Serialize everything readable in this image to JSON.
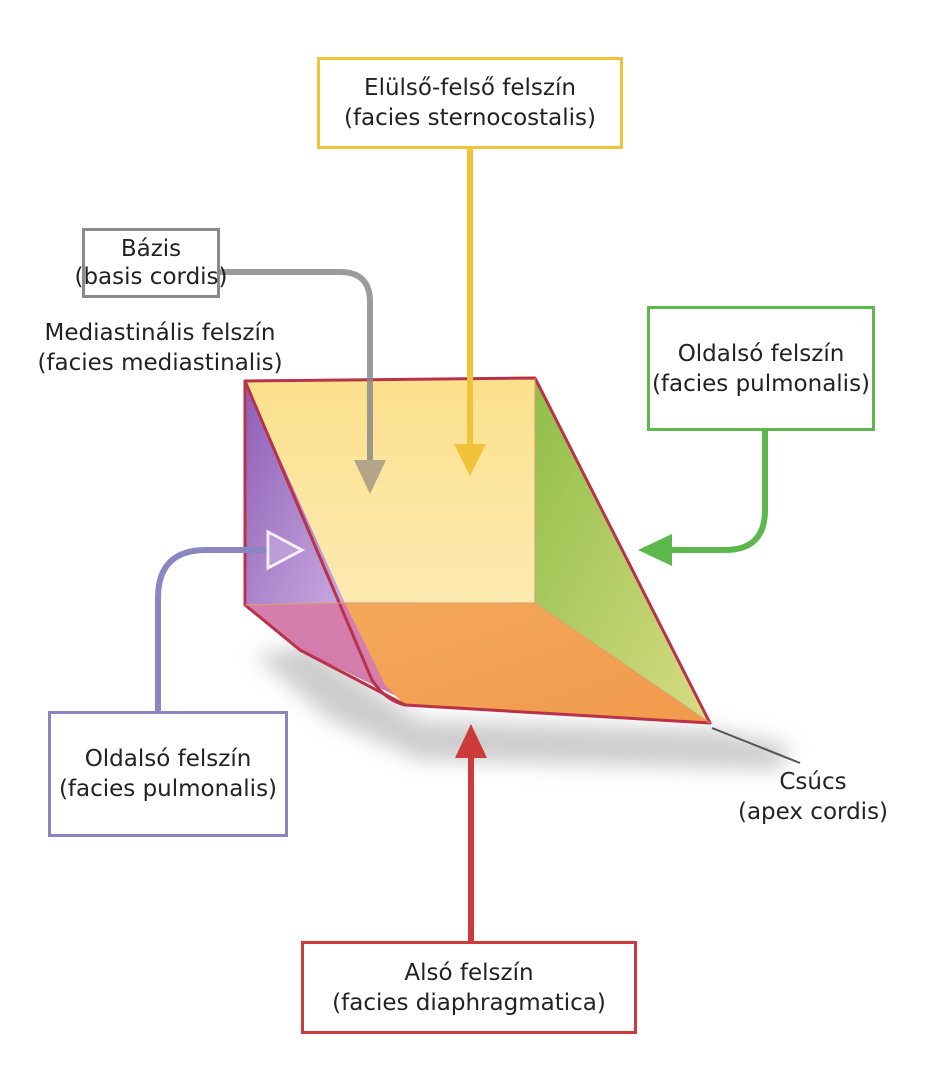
{
  "labels": {
    "anterior": {
      "title": "Elülső-felső felszín",
      "latin": "(facies sternocostalis)"
    },
    "base": {
      "title": "Bázis",
      "latin": "(basis cordis)"
    },
    "mediastinal": {
      "title": "Mediastinális felszín",
      "latin": "(facies mediastinalis)"
    },
    "lateral_right": {
      "title": "Oldalsó felszín",
      "latin": "(facies pulmonalis)"
    },
    "lateral_left": {
      "title": "Oldalsó felszín",
      "latin": "(facies pulmonalis)"
    },
    "apex": {
      "title": "Csúcs",
      "latin": "(apex cordis)"
    },
    "inferior": {
      "title": "Alsó felszín",
      "latin": "(facies diaphragmatica)"
    }
  },
  "colors": {
    "anterior_yellow": "#f2c23a",
    "base_gray": "#8a8a8a",
    "lateral_green": "#5cb84c",
    "lateral_purple": "#8a86c2",
    "inferior_red": "#cc3a3a",
    "outline_crimson": "#b8324a",
    "face_top_yellow": "#fbe090",
    "face_bottom_orange": "#f2a154",
    "face_left_purple": "#a77cc4",
    "face_right_green": "#b4cc5c"
  }
}
